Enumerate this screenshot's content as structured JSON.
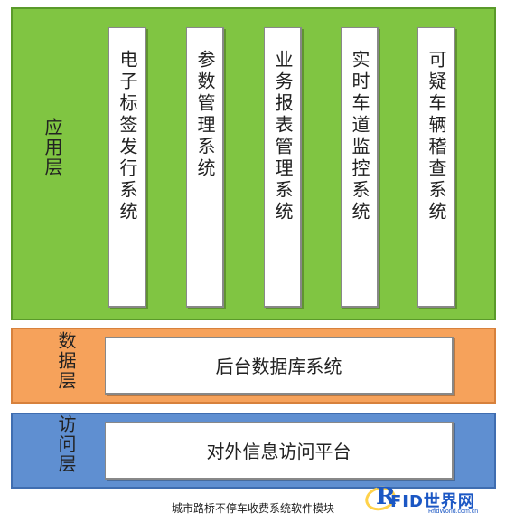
{
  "layers": {
    "application": {
      "label": "应用层",
      "systems": [
        "电子标签发行系统",
        "参数管理系统",
        "业务报表管理系统",
        "实时车道监控系统",
        "可疑车辆稽查系统"
      ]
    },
    "data": {
      "label": "数据层",
      "system": "后台数据库系统"
    },
    "access": {
      "label": "访问层",
      "system": "对外信息访问平台"
    }
  },
  "caption": "城市路桥不停车收费系统软件模块",
  "watermark": {
    "mark": "R",
    "name": "FID世界网",
    "url": "RfidWorld.com.cn"
  },
  "colors": {
    "application_layer": "#80c542",
    "data_layer": "#f6a25b",
    "access_layer": "#5f8fd1",
    "logo_blue": "#1b57c4"
  }
}
